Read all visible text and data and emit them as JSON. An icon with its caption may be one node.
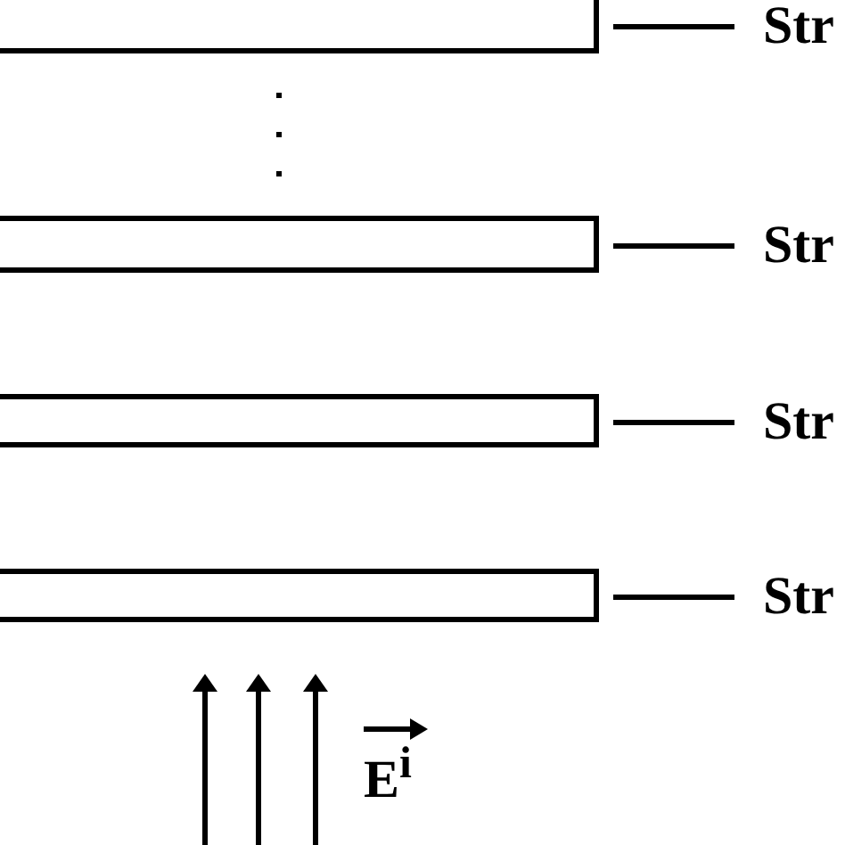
{
  "diagram": {
    "nodes": [
      {
        "text": [],
        "shape": "bar"
      },
      {
        "text": [
          "Str"
        ]
      },
      {
        "text": [],
        "shape": "bar"
      },
      {
        "text": [
          "Str"
        ]
      },
      {
        "text": [],
        "shape": "bar"
      },
      {
        "text": [
          "Str"
        ]
      },
      {
        "text": [],
        "shape": "bar"
      },
      {
        "text": [
          "Str"
        ]
      }
    ],
    "edges": [
      {
        "from": 1,
        "to": 0,
        "arrow": "none"
      },
      {
        "from": 3,
        "to": 2,
        "arrow": "none"
      },
      {
        "from": 5,
        "to": 4,
        "arrow": "none"
      },
      {
        "from": 7,
        "to": 6,
        "arrow": "none"
      }
    ],
    "labels": [
      "E$^{i}$"
    ]
  }
}
